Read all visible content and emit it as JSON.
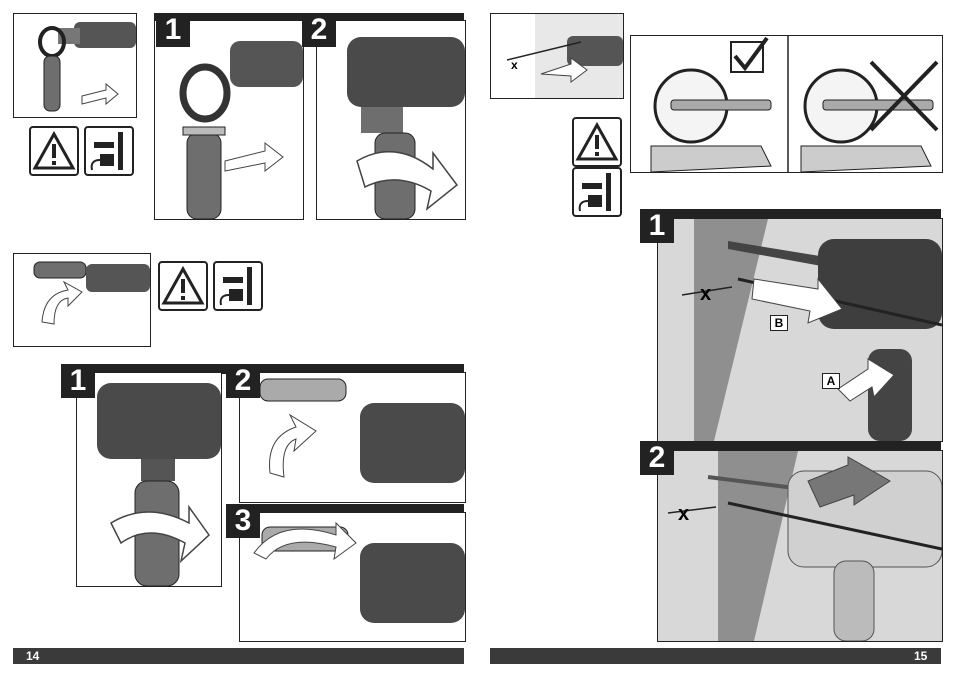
{
  "page_left": {
    "number": "14"
  },
  "page_right": {
    "number": "15"
  },
  "steps": {
    "top_left_1": "1",
    "top_left_2": "2",
    "bottom_left_1": "1",
    "bottom_left_2": "2",
    "bottom_left_3": "3",
    "right_1": "1",
    "right_2": "2"
  },
  "labels": {
    "dim_x_small": "x",
    "dim_x_1": "x",
    "dim_x_2": "x",
    "callout_a": "A",
    "callout_b": "B"
  },
  "icons": {
    "warning": "warning-triangle-icon",
    "unplug": "unplug-power-icon",
    "check": "checkmark-icon",
    "cross": "cross-icon"
  },
  "colors": {
    "dark": "#222222",
    "wall": "#8f8f8f",
    "handle": "#6e6e6e"
  }
}
